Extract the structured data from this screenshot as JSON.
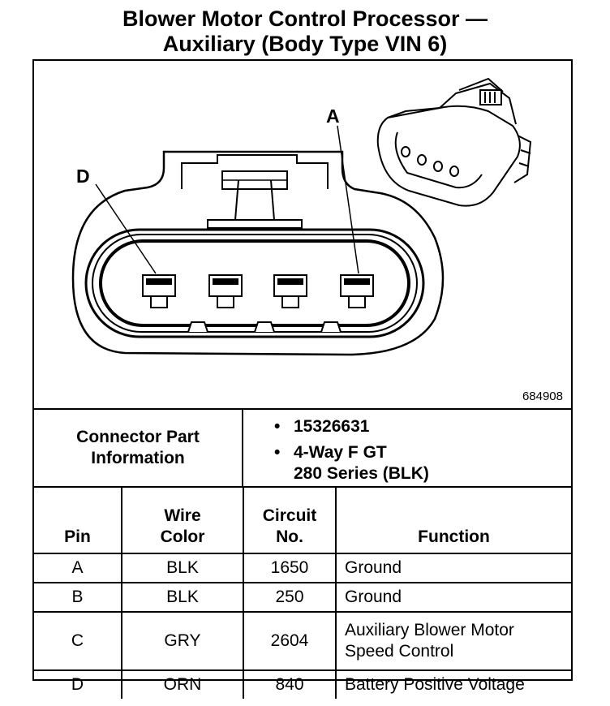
{
  "title_line1": "Blower Motor Control Processor —",
  "title_line2": "Auxiliary (Body Type VIN 6)",
  "figure_number": "684908",
  "callouts": {
    "left": "D",
    "right": "A"
  },
  "connector_info": {
    "label_line1": "Connector Part",
    "label_line2": "Information",
    "bullet": "•",
    "items": [
      "15326631",
      "4-Way F GT",
      "280 Series (BLK)"
    ]
  },
  "table": {
    "headers": {
      "pin": "Pin",
      "wire_line1": "Wire",
      "wire_line2": "Color",
      "circuit_line1": "Circuit",
      "circuit_line2": "No.",
      "function": "Function"
    },
    "rows": [
      {
        "pin": "A",
        "wire": "BLK",
        "circuit": "1650",
        "function_line1": "Ground",
        "function_line2": ""
      },
      {
        "pin": "B",
        "wire": "BLK",
        "circuit": "250",
        "function_line1": "Ground",
        "function_line2": ""
      },
      {
        "pin": "C",
        "wire": "GRY",
        "circuit": "2604",
        "function_line1": "Auxiliary Blower Motor",
        "function_line2": "Speed Control"
      },
      {
        "pin": "D",
        "wire": "ORN",
        "circuit": "840",
        "function_line1": "Battery Positive Voltage",
        "function_line2": ""
      }
    ]
  }
}
